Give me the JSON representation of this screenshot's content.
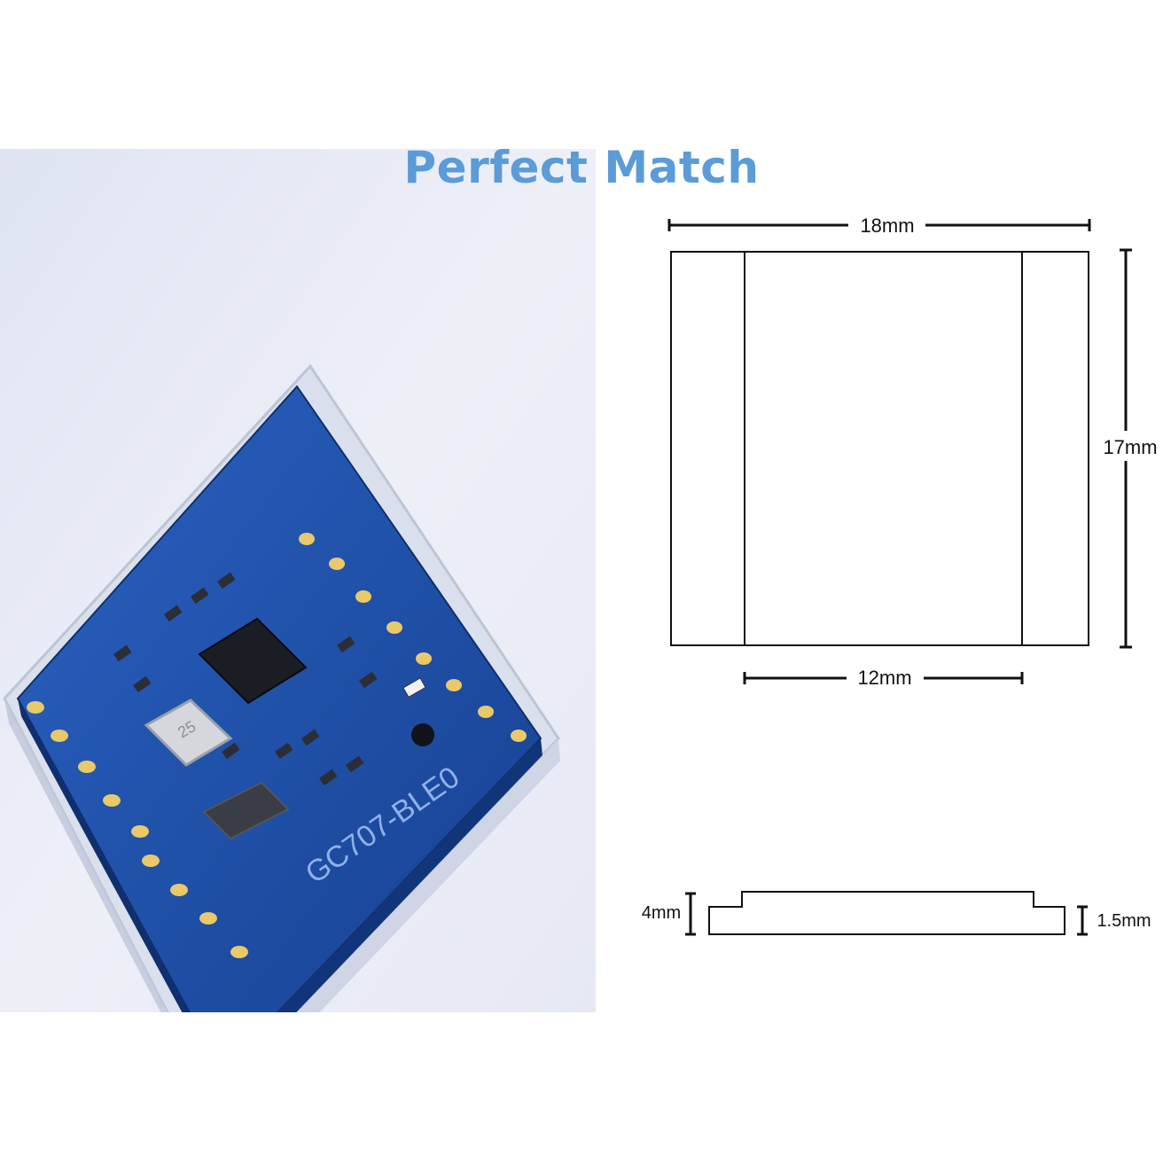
{
  "title": "Perfect Match",
  "module": {
    "silkscreen": "GC707-BLE0",
    "crystal_label": "25"
  },
  "top_view": {
    "width_label": "18mm",
    "height_label": "17mm",
    "inner_width_label": "12mm"
  },
  "side_view": {
    "total_height_label": "4mm",
    "base_height_label": "1.5mm"
  },
  "colors": {
    "title": "#5b9bd8",
    "pcb_blue": "#1d4fa6",
    "background_photo": "#eef0f7",
    "line": "#111111"
  }
}
